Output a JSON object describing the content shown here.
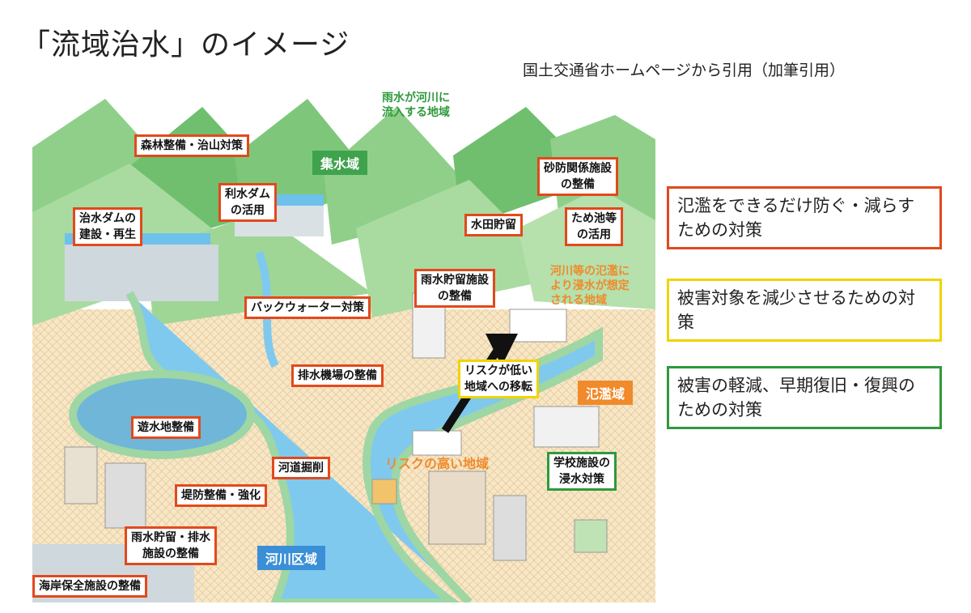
{
  "title": "「流域治水」のイメージ",
  "source": "国土交通省ホームページから引用（加筆引用）",
  "colors": {
    "red": "#e2491c",
    "yellow": "#f0d400",
    "green": "#2e9a3d",
    "area_green": "#3fa34d",
    "area_orange": "#f08a2a",
    "area_blue": "#3a8fd6"
  },
  "areas": {
    "catchment_note": "雨水が河川に\n流入する地域",
    "catchment": "集水域",
    "flood_note": "河川等の氾濫に\nより浸水が想定\nされる地域",
    "flood": "氾濫域",
    "high_risk": "リスクの高い地域",
    "river": "河川区域"
  },
  "tags": {
    "forest": "森林整備・治山対策",
    "water_dam": "利水ダム\nの活用",
    "flood_dam": "治水ダムの\n建設・再生",
    "sabo": "砂防関係施設\nの整備",
    "paddy": "水田貯留",
    "pond": "ため池等\nの活用",
    "rain_storage": "雨水貯留施設\nの整備",
    "backwater": "バックウォーター対策",
    "pump": "排水機場の整備",
    "relocate": "リスクが低い\n地域への移転",
    "retention": "遊水地整備",
    "dredge": "河道掘削",
    "levee": "堤防整備・強化",
    "rain_drain": "雨水貯留・排水\n施設の整備",
    "school": "学校施設の\n浸水対策",
    "coast": "海岸保全施設の整備"
  },
  "legend": {
    "red": "氾濫をできるだけ防ぐ・減らすための対策",
    "yellow": "被害対象を減少させるための対策",
    "green": "被害の軽減、早期復旧・復興のための対策"
  }
}
